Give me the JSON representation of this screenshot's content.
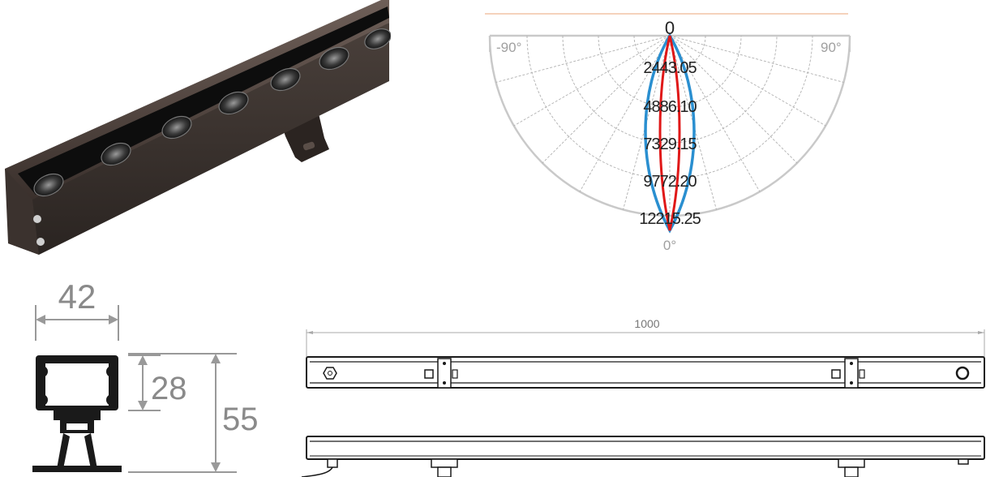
{
  "polar": {
    "left_angle": "-90°",
    "right_angle": "90°",
    "top_value": "0",
    "bottom_angle": "0°",
    "rings": [
      "2443.05",
      "4886.10",
      "7329.15",
      "9772.20",
      "12215.25"
    ],
    "colors": {
      "c0_180": "#2a8fd0",
      "c90_270": "#e01818",
      "grid": "#a8a8a8",
      "top_line": "#f2c4a6"
    }
  },
  "dimensions": {
    "width": "42",
    "inner_height": "28",
    "total_height": "55",
    "length": "1000"
  }
}
